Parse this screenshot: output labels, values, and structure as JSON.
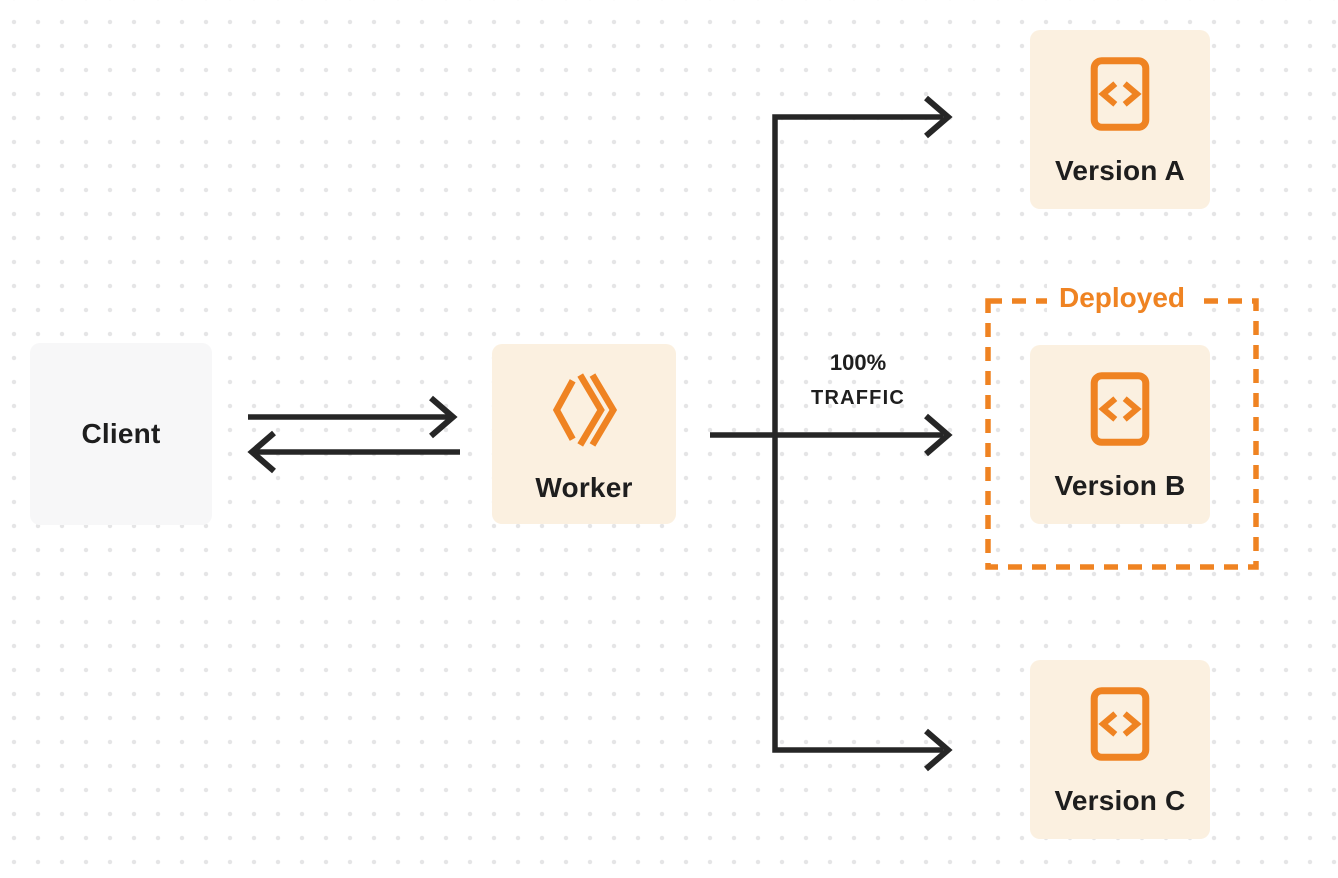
{
  "colors": {
    "accent": "#ef8322",
    "node_fill": "#fbf0e0",
    "client_fill": "#f7f7f8",
    "arrow": "#262626",
    "text": "#1e1e1e",
    "dot": "#e5e5e6"
  },
  "nodes": {
    "client": {
      "label": "Client"
    },
    "worker": {
      "label": "Worker",
      "icon": "cloudflare-worker-icon"
    },
    "versions": [
      {
        "label": "Version A",
        "icon": "code-file-icon",
        "deployed": false
      },
      {
        "label": "Version B",
        "icon": "code-file-icon",
        "deployed": true
      },
      {
        "label": "Version C",
        "icon": "code-file-icon",
        "deployed": false
      }
    ]
  },
  "annotations": {
    "traffic": {
      "line1": "100%",
      "line2": "TRAFFIC"
    },
    "deployed_label": "Deployed"
  }
}
